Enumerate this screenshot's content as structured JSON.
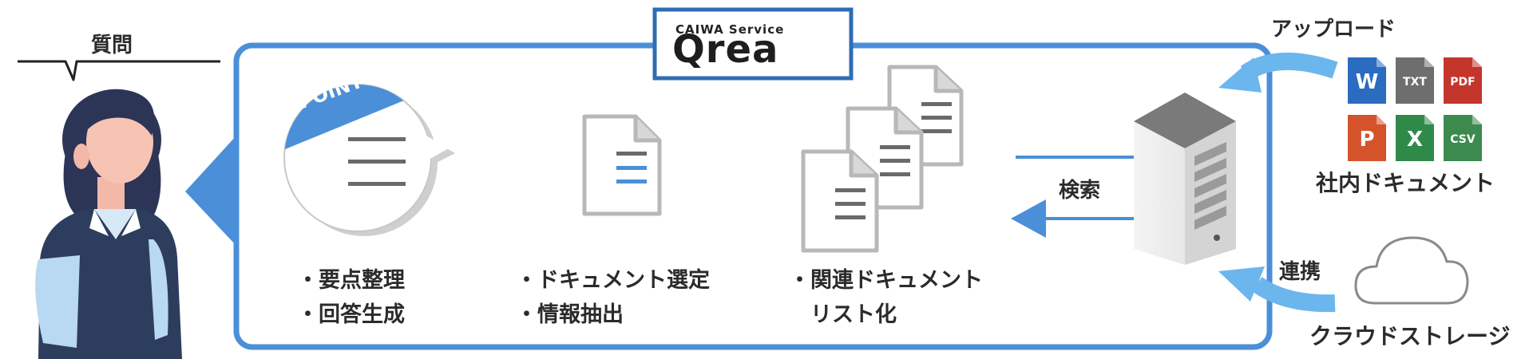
{
  "brand": {
    "subtitle": "CAIWA Service",
    "name": "Qrea",
    "frame_color": "#2f6db5",
    "accent_color": "#4a8fd8"
  },
  "person": {
    "speech_label": "質問"
  },
  "steps": [
    {
      "id": "point",
      "badge": "POINT",
      "lines": [
        "・要点整理",
        "・回答生成"
      ]
    },
    {
      "id": "document",
      "lines": [
        "・ドキュメント選定",
        "・情報抽出"
      ]
    },
    {
      "id": "related",
      "lines": [
        "・関連ドキュメント",
        "　リスト化"
      ]
    }
  ],
  "search": {
    "label": "検索"
  },
  "upload": {
    "label": "アップロード"
  },
  "internal_docs": {
    "label": "社内ドキュメント",
    "files": [
      {
        "label": "W",
        "color": "#2b6bc0",
        "icon": "word-icon"
      },
      {
        "label": "TXT",
        "color": "#6e6e6e",
        "icon": "txt-icon"
      },
      {
        "label": "PDF",
        "color": "#c4352b",
        "icon": "pdf-icon"
      },
      {
        "label": "P",
        "color": "#d4532a",
        "icon": "powerpoint-icon"
      },
      {
        "label": "X",
        "color": "#2f8a4a",
        "icon": "excel-icon"
      },
      {
        "label": "CSV",
        "color": "#3d8a4f",
        "icon": "csv-icon"
      }
    ]
  },
  "link": {
    "label": "連携"
  },
  "cloud": {
    "label": "クラウドストレージ"
  }
}
